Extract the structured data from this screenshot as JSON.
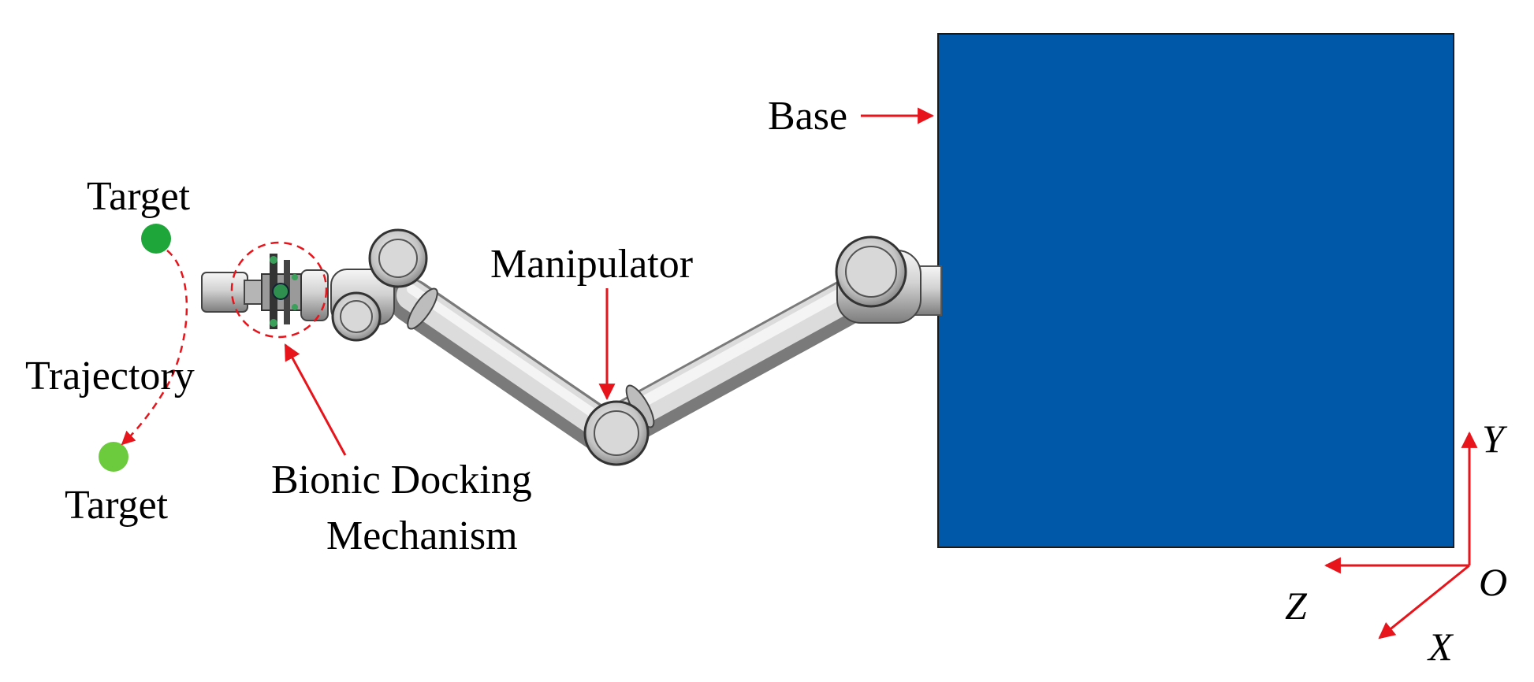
{
  "labels": {
    "target_top": "Target",
    "target_bottom": "Target",
    "trajectory": "Trajectory",
    "docking_line1": "Bionic Docking",
    "docking_line2": "Mechanism",
    "manipulator": "Manipulator",
    "base": "Base"
  },
  "axes": {
    "origin": "O",
    "x": "X",
    "y": "Y",
    "z": "Z"
  },
  "colors": {
    "base_fill": "#0059A8",
    "annotation": "#E8141B",
    "target_top": "#1FA63A",
    "target_bottom": "#6CCB3C",
    "link_light": "#E6E6E6",
    "link_dark": "#8C8C8C"
  }
}
